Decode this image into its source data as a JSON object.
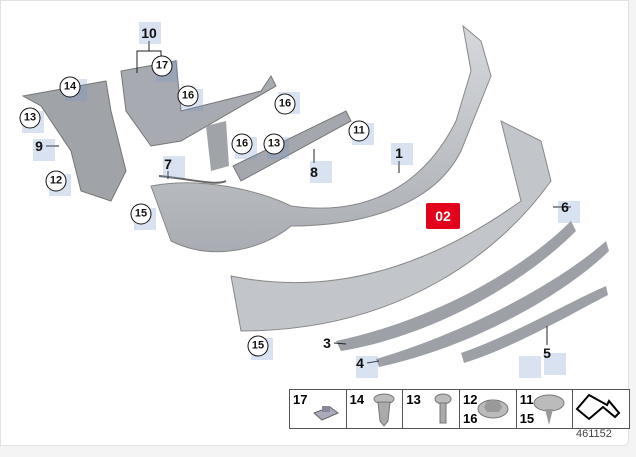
{
  "diagram": {
    "badge": "02",
    "figure_number": "461152",
    "callouts": [
      {
        "id": "10",
        "circled": false
      },
      {
        "id": "17",
        "circled": true
      },
      {
        "id": "16",
        "circled": true
      },
      {
        "id": "16",
        "circled": true
      },
      {
        "id": "14",
        "circled": true
      },
      {
        "id": "13",
        "circled": true
      },
      {
        "id": "9",
        "circled": false
      },
      {
        "id": "16",
        "circled": true
      },
      {
        "id": "13",
        "circled": true
      },
      {
        "id": "11",
        "circled": true
      },
      {
        "id": "1",
        "circled": false
      },
      {
        "id": "7",
        "circled": false
      },
      {
        "id": "8",
        "circled": false
      },
      {
        "id": "12",
        "circled": true
      },
      {
        "id": "15",
        "circled": true
      },
      {
        "id": "6",
        "circled": false
      },
      {
        "id": "15",
        "circled": true
      },
      {
        "id": "3",
        "circled": false
      },
      {
        "id": "4",
        "circled": false
      },
      {
        "id": "5",
        "circled": false
      }
    ],
    "legend": [
      {
        "labels": [
          "17"
        ],
        "icon": "clip-nut-icon"
      },
      {
        "labels": [
          "14"
        ],
        "icon": "expanding-rivet-icon"
      },
      {
        "labels": [
          "13"
        ],
        "icon": "screw-icon"
      },
      {
        "labels": [
          "12",
          "16"
        ],
        "icon": "hex-nut-icon"
      },
      {
        "labels": [
          "11",
          "15"
        ],
        "icon": "push-clip-icon"
      },
      {
        "labels": [],
        "icon": "direction-arrow-icon"
      }
    ]
  }
}
